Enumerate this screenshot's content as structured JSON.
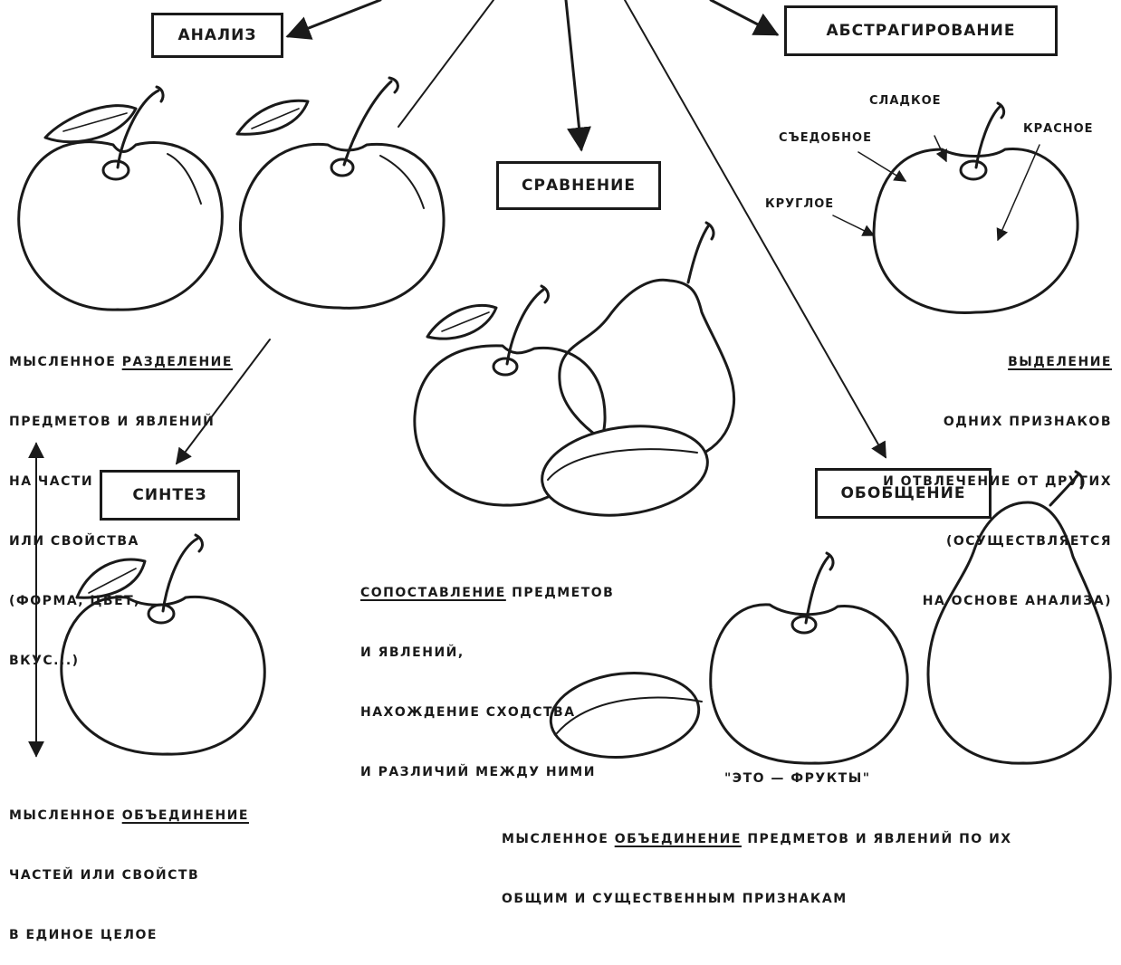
{
  "boxes": {
    "analysis": "АНАЛИЗ",
    "abstraction": "АБСТРАГИРОВАНИЕ",
    "comparison": "СРАВНЕНИЕ",
    "synthesis": "СИНТЕЗ",
    "generalization": "ОБОБЩЕНИЕ"
  },
  "analysis_text": {
    "l1_a": "МЫСЛЕННОЕ ",
    "l1_b": "РАЗДЕЛЕНИЕ",
    "l2": "ПРЕДМЕТОВ И ЯВЛЕНИЙ",
    "l3": "НА ЧАСТИ",
    "l4": "ИЛИ СВОЙСТВА",
    "l5": "(ФОРМА, ЦВЕТ,",
    "l6": "ВКУС...)"
  },
  "abstraction_labels": {
    "sweet": "СЛАДКОЕ",
    "edible": "СЪЕДОБНОЕ",
    "red": "КРАСНОЕ",
    "round": "КРУГЛОЕ"
  },
  "abstraction_text": {
    "l1": "ВЫДЕЛЕНИЕ",
    "l2": "ОДНИХ ПРИЗНАКОВ",
    "l3": "И ОТВЛЕЧЕНИЕ ОТ ДРУГИХ",
    "l4": "(ОСУЩЕСТВЛЯЕТСЯ",
    "l5": "НА ОСНОВЕ АНАЛИЗА)"
  },
  "comparison_text": {
    "l1_a": "СОПОСТАВЛЕНИЕ",
    "l1_b": " ПРЕДМЕТОВ",
    "l2": "И ЯВЛЕНИЙ,",
    "l3": "НАХОЖДЕНИЕ СХОДСТВА",
    "l4": "И РАЗЛИЧИЙ МЕЖДУ НИМИ"
  },
  "synthesis_text": {
    "l1_a": "МЫСЛЕННОЕ ",
    "l1_b": "ОБЪЕДИНЕНИЕ",
    "l2": "ЧАСТЕЙ ИЛИ СВОЙСТВ",
    "l3": "В ЕДИНОЕ ЦЕЛОЕ"
  },
  "generalization_text": {
    "quote": "\"ЭТО — ФРУКТЫ\"",
    "l1_a": "МЫСЛЕННОЕ ",
    "l1_b": "ОБЪЕДИНЕНИЕ",
    "l1_c": " ПРЕДМЕТОВ И ЯВЛЕНИЙ ПО ИХ",
    "l2": "ОБЩИМ И СУЩЕСТВЕННЫМ ПРИЗНАКАМ"
  }
}
